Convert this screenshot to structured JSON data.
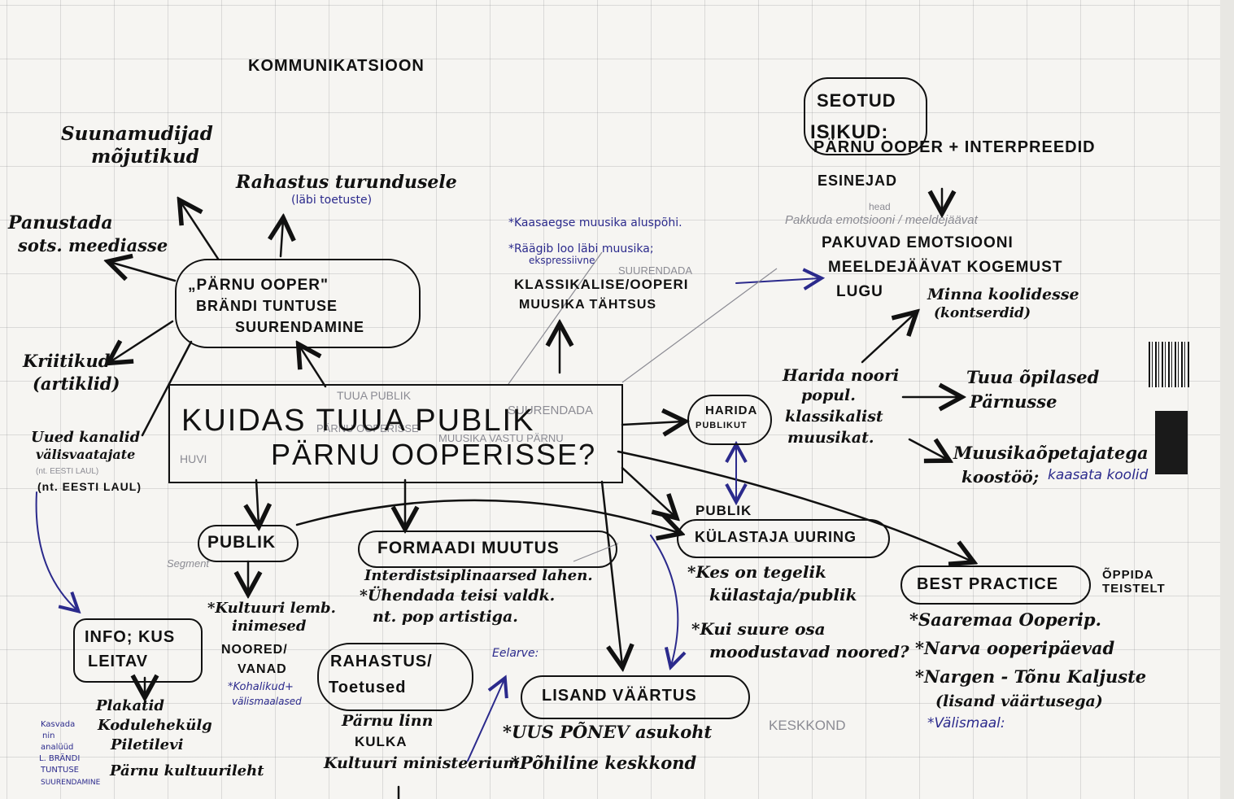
{
  "title": "KOMMUNIKATSIOON",
  "colors": {
    "ink": "#111111",
    "pen_blue": "#2b2a8c",
    "pencil": "#8b8b93",
    "grid": "#bdbdc2",
    "paper": "#f6f5f2"
  },
  "central": {
    "line1": "KUIDAS TUUA PUBLIK",
    "line2": "PÄRNU OOPERISSE?"
  },
  "central_pencil": {
    "a": "TUUA PUBLIK",
    "b": "SUURENDADA",
    "c": "PÄRNU OOPERISSE",
    "d": "MUUSIKA VASTU PÄRNU",
    "e": "HUVI"
  },
  "brand": {
    "line1": "„PÄRNU OOPER\"",
    "line2": "BRÄNDI TUNTUSE",
    "line3": "SUURENDAMINE"
  },
  "brand_branches": {
    "sunnamudija": {
      "line1": "Suunamudijad",
      "line2": "mõjutikud"
    },
    "rahastus_turundusele": "Rahastus turundusele",
    "labi_toetuste": "(läbi toetuste)",
    "panustada": {
      "line1": "Panustada",
      "line2": "sots. meediasse"
    },
    "kriitikud": {
      "line1": "Kriitikud",
      "line2": "(artiklid)"
    },
    "uued_kanalid": {
      "line1": "Uued kanalid",
      "line2": "välisvaatajate",
      "line3": "(nt. EESTI LAUL)",
      "faint": "(nt. EESTI LAUL)"
    }
  },
  "classical": {
    "note1": "*Kaasaegse muusika aluspõhi.",
    "note2": "*Räägib loo läbi muusika;",
    "note3": "ekspressiivne",
    "line1": "KLASSIKALISE/OOPERI",
    "line2": "MUUSIKA TÄHTSUS",
    "faint": "SUURENDADA"
  },
  "people": {
    "line1": "SEOTUD",
    "line2": "ISIKUD:",
    "line3": "PÄRNU OOPER + INTERPREEDID",
    "line4": "ESINEJAD",
    "pencil": "Pakkuda emotsiooni / meeldejäävat",
    "pencil_head": "head",
    "res1": "PAKUVAD EMOTSIOONI",
    "res2": "MEELDEJÄÄVAT   KOGEMUST",
    "res3": "LUGU"
  },
  "harida": {
    "node_line1": "HARIDA",
    "node_line2": "PUBLIKUT",
    "text1": "Harida noori",
    "text2": "popul.",
    "text3": "klassikalist",
    "text4": "muusikat.",
    "branch1_1": "Minna koolidesse",
    "branch1_2": "(kontserdid)",
    "branch2_1": "Tuua õpilased",
    "branch2_2": "Pärnusse",
    "branch3_1": "Muusikaõpetajatega",
    "branch3_2": "koostöö;",
    "branch3_blue": "kaasata koolid"
  },
  "publik": {
    "label": "PUBLIK",
    "items": [
      "*Kultuuri lemb.",
      "inimesed",
      "NOORED/",
      "VANAD",
      "*Kohalikud+",
      "välismaalased"
    ],
    "pencil": "Segment"
  },
  "formaat": {
    "label": "FORMAADI MUUTUS",
    "items": [
      "Interdistsiplinaarsed lahen.",
      "*Ühendada teisi valdk.",
      "nt. pop artistiga."
    ]
  },
  "kylastaja": {
    "head": "PUBLIK",
    "label": "KÜLASTAJA UURING",
    "items": [
      "*Kes on tegelik",
      "külastaja/publik",
      "*Kui suure osa",
      "moodustavad noored?"
    ]
  },
  "best": {
    "label": "BEST PRACTICE",
    "side": "ÕPPIDA TEISTELT",
    "items": [
      "*Saaremaa Ooperip.",
      "*Narva ooperipäevad",
      "*Nargen - Tõnu Kaljuste",
      "(lisand väärtusega)"
    ],
    "blue": "*Välismaal:"
  },
  "info": {
    "label1": "INFO; KUS",
    "label2": "LEITAV",
    "items": [
      "Plakatid",
      "Kodulehekülg",
      "Piletilevi",
      "Pärnu kultuurileht"
    ],
    "side_blue": [
      "Kasvada",
      "nin",
      "analüüd",
      "L. BRÄNDI",
      "TUNTUSE",
      "SUURENDAMINE"
    ]
  },
  "rahastus": {
    "label1": "RAHASTUS/",
    "label2": "Toetused",
    "items": [
      "Pärnu linn",
      "KULKA",
      "Kultuuri ministeerium"
    ],
    "blue": "Eelarve:"
  },
  "lisand": {
    "label": "LISAND VÄÄRTUS",
    "items": [
      "*UUS PÕNEV asukoht",
      "*Põhiline keskkond"
    ],
    "faint": "KESKKOND"
  }
}
